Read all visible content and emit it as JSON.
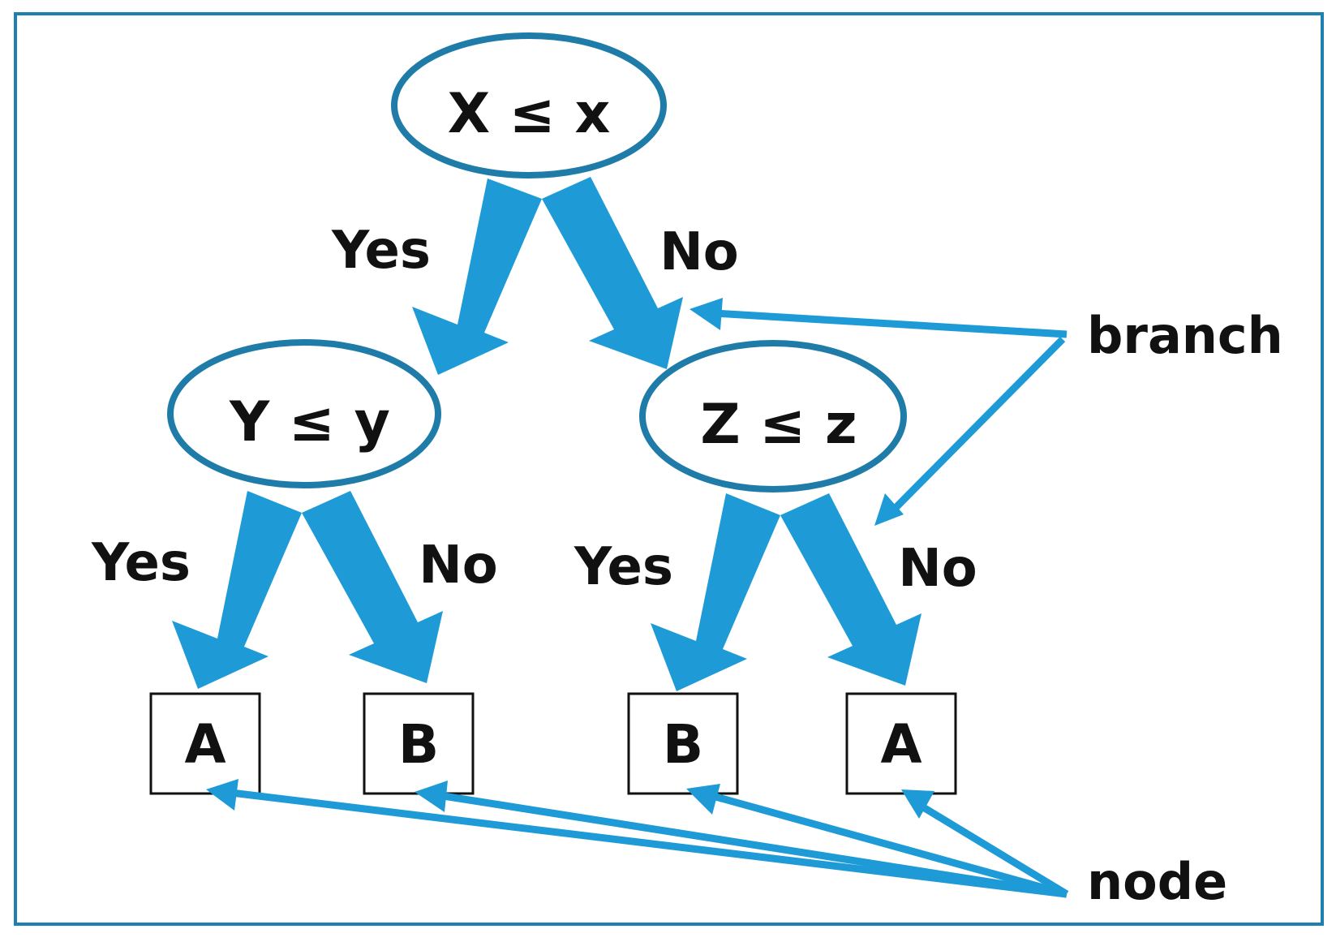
{
  "colors": {
    "frame": "#1f7fb0",
    "ellipse_stroke": "#1f7ca8",
    "arrow": "#1e9bd7",
    "text": "#111111",
    "leaf_border": "#111111"
  },
  "nodes": {
    "root": {
      "text": "X ≤ x"
    },
    "left": {
      "text": "Y ≤ y"
    },
    "right": {
      "text": "Z ≤ z"
    }
  },
  "edge_labels": {
    "root_yes": "Yes",
    "root_no": "No",
    "left_yes": "Yes",
    "left_no": "No",
    "right_yes": "Yes",
    "right_no": "No"
  },
  "leaves": [
    "A",
    "B",
    "B",
    "A"
  ],
  "annotations": {
    "branch": "branch",
    "node": "node"
  }
}
